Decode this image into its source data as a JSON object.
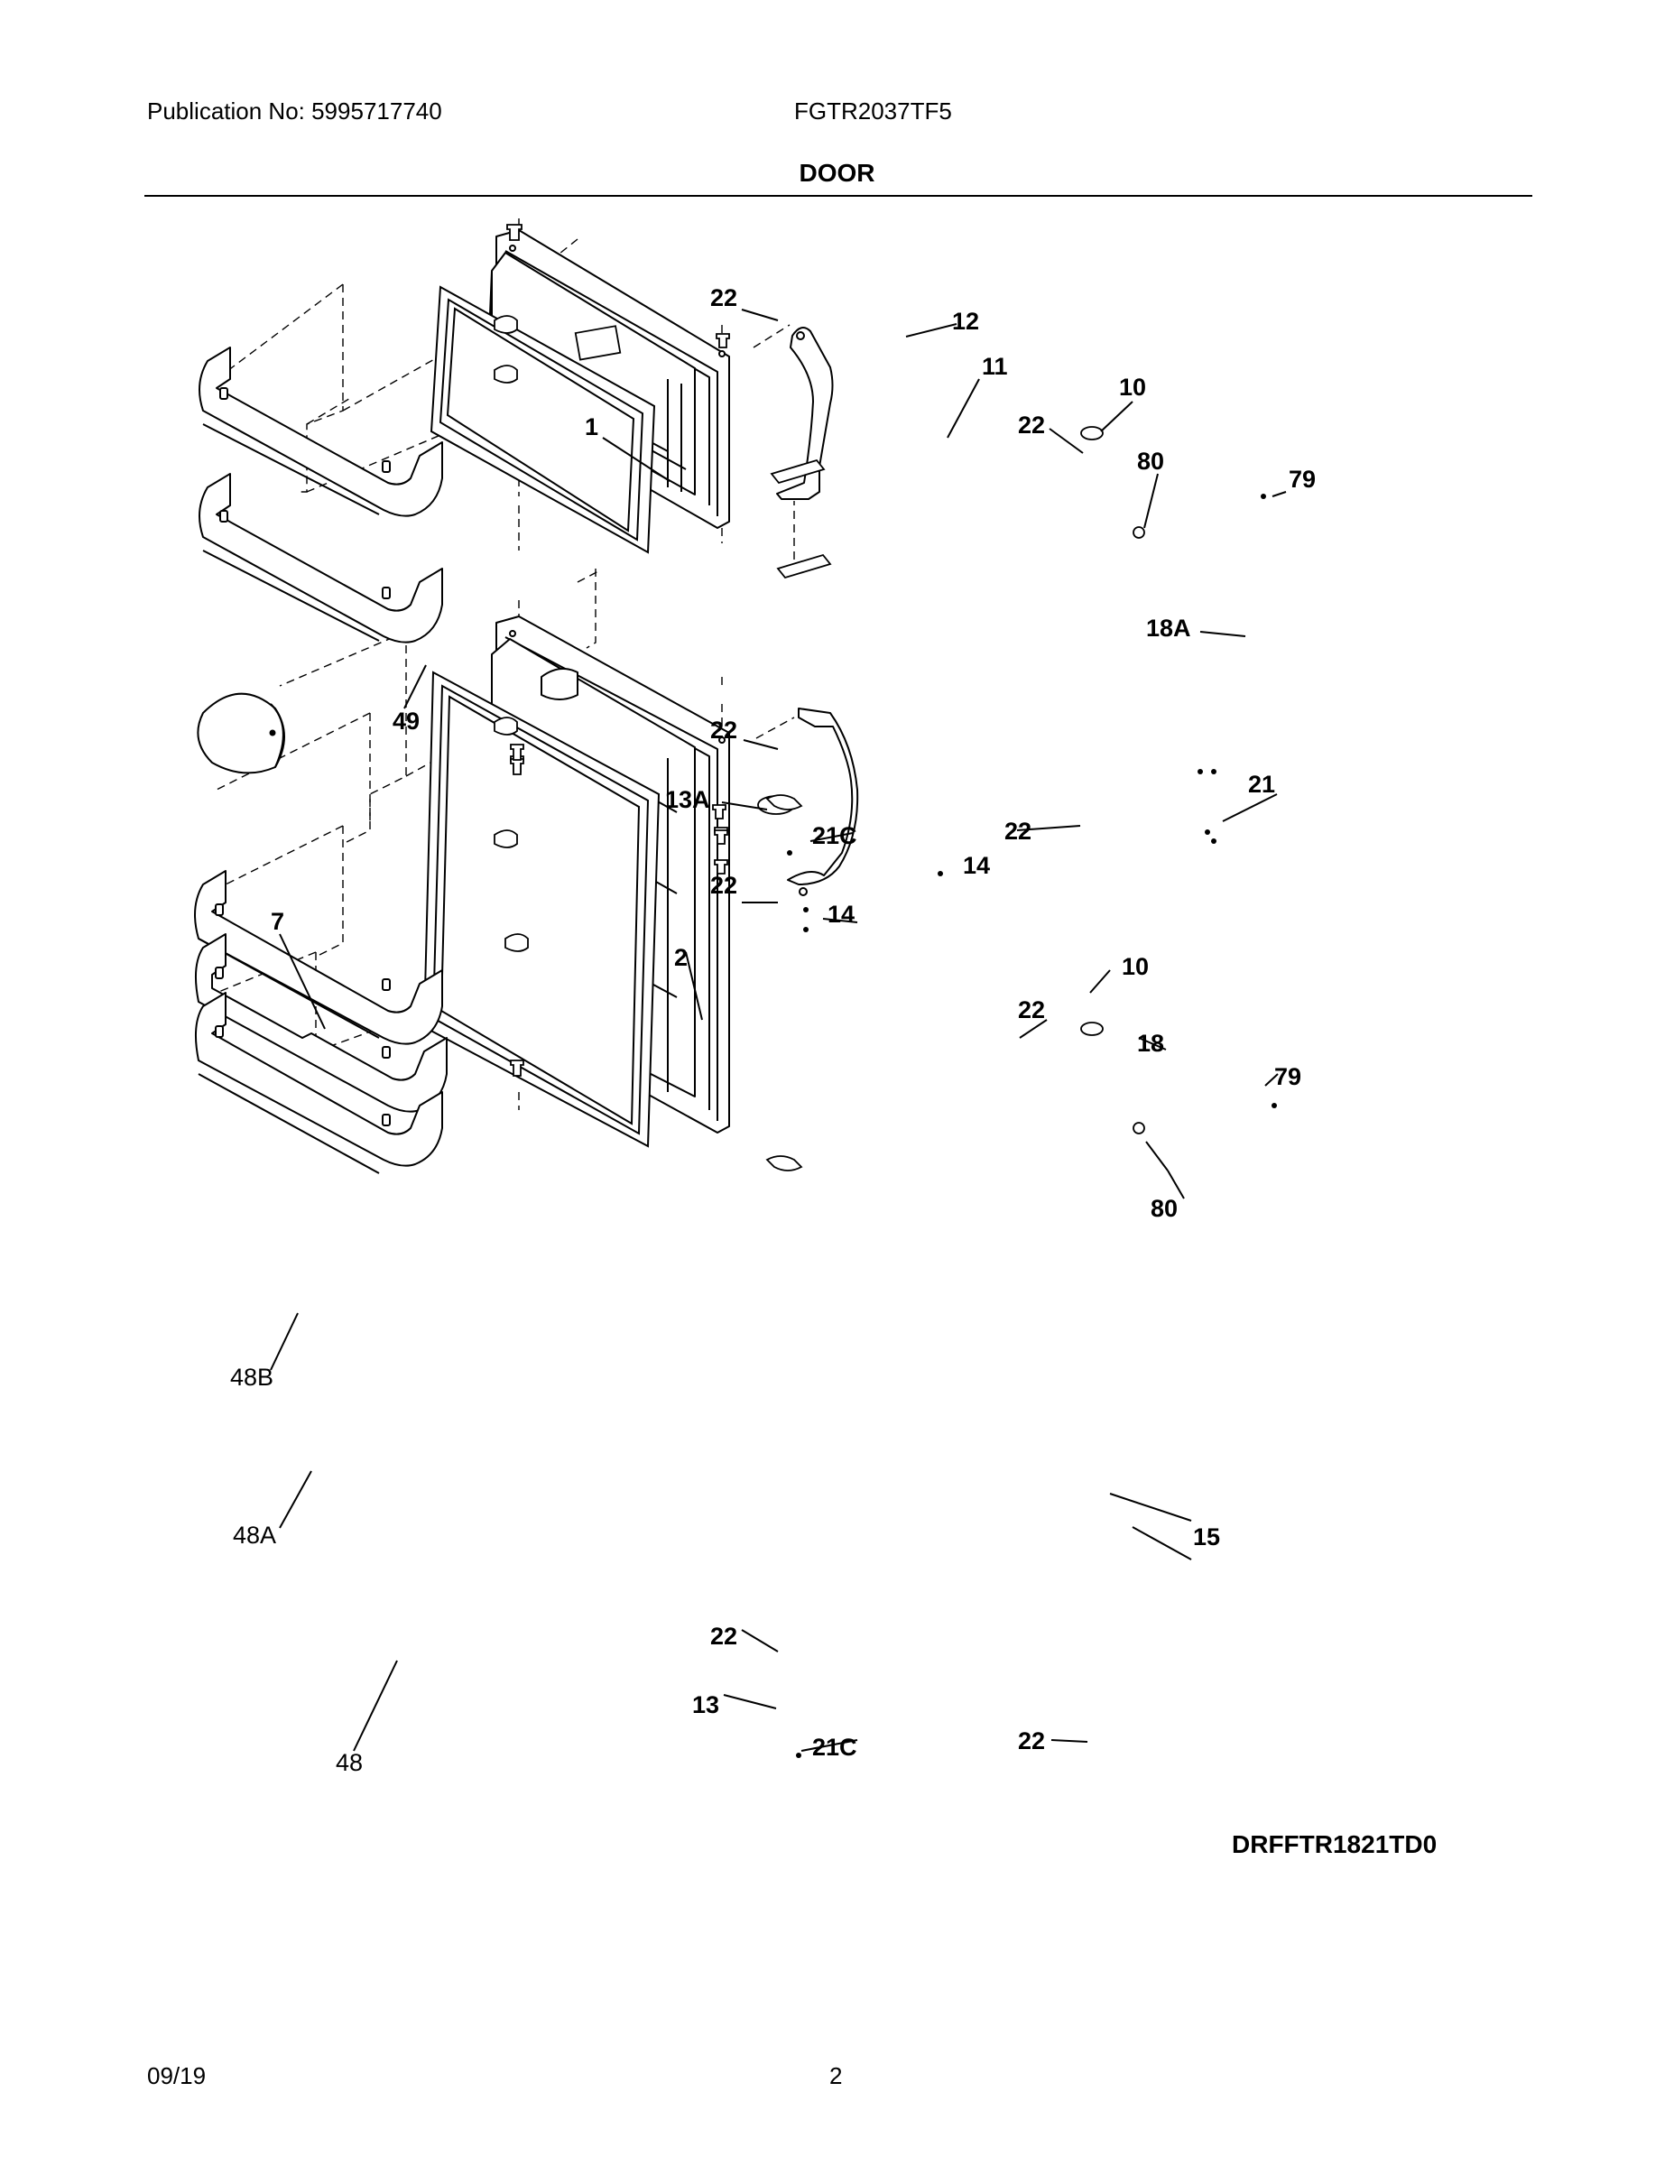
{
  "header": {
    "publication": "Publication No: 5995717740",
    "model": "FGTR2037TF5",
    "section_title": "DOOR"
  },
  "diagram": {
    "code": "DRFFTR1821TD0",
    "callouts": [
      "22",
      "12",
      "11",
      "10",
      "22",
      "80",
      "79",
      "1",
      "18A",
      "49",
      "22",
      "13A",
      "21C",
      "21",
      "22",
      "14",
      "22",
      "14",
      "7",
      "2",
      "10",
      "22",
      "18",
      "79",
      "80",
      "48B",
      "48A",
      "15",
      "22",
      "13",
      "21C",
      "22",
      "48"
    ]
  },
  "footer": {
    "date": "09/19",
    "page": "2"
  }
}
